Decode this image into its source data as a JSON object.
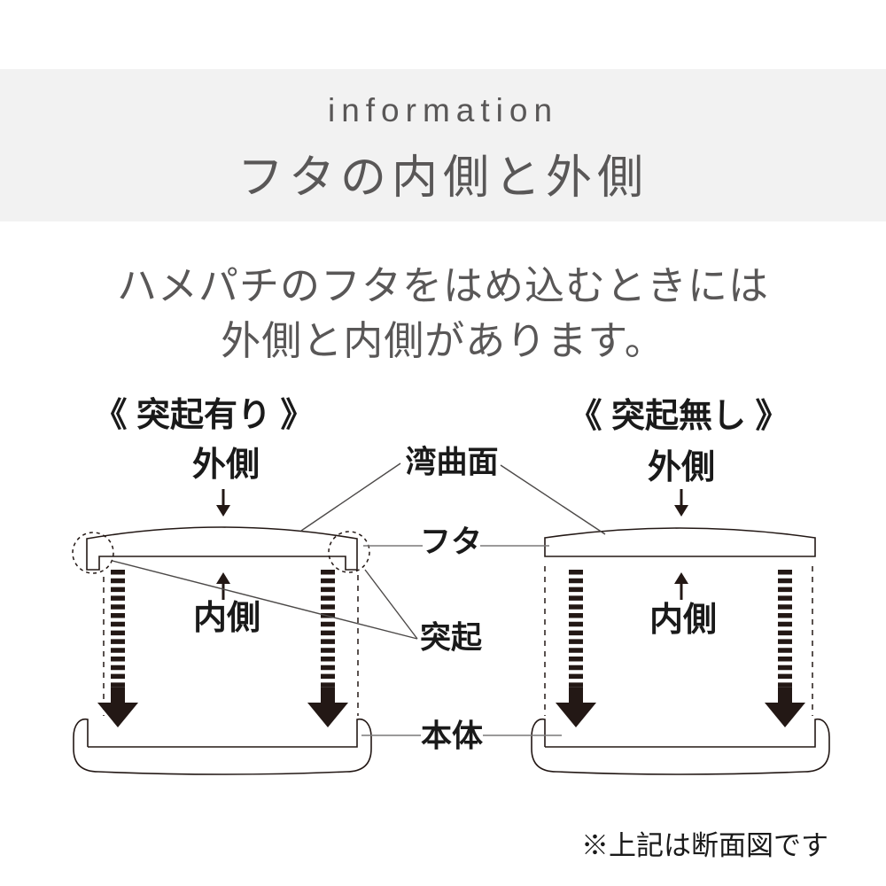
{
  "header": {
    "eyebrow": "information",
    "title": "フタの内側と外側"
  },
  "intro": {
    "line1": "ハメパチのフタをはめ込むときには",
    "line2": "外側と内側があります。"
  },
  "diagram": {
    "left": {
      "title": "《 突起有り 》",
      "outside_label": "外側",
      "inside_label": "内側"
    },
    "right": {
      "title": "《 突起無し 》",
      "outside_label": "外側",
      "inside_label": "内側"
    },
    "callouts": {
      "curved_surface": "湾曲面",
      "lid": "フタ",
      "protrusion": "突起",
      "body": "本体"
    }
  },
  "footnote": "※上記は断面図です",
  "colors": {
    "header_bg": "#f2f2f2",
    "text_gray": "#595757",
    "ink": "#1a1a1a",
    "diagram_line": "#231815",
    "leader_line": "#7a7878",
    "diagonal_leader_line": "#4c4948"
  }
}
